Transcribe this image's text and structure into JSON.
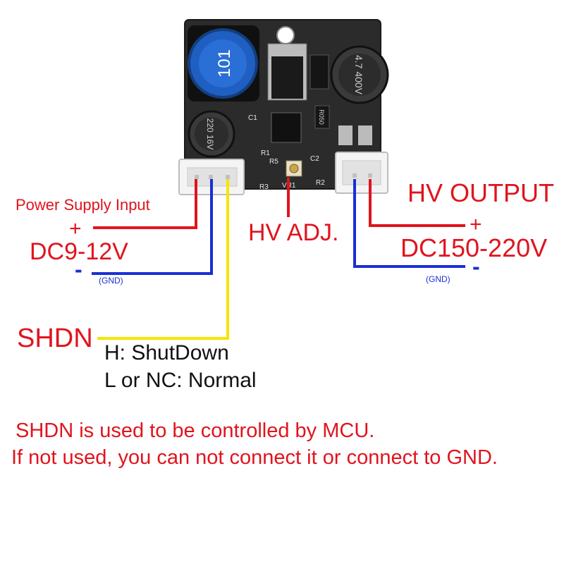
{
  "input": {
    "title": "Power Supply Input",
    "plus": "+",
    "voltage": "DC9-12V",
    "minus": "-",
    "gnd": "(GND)"
  },
  "adjust": {
    "label": "HV ADJ."
  },
  "output": {
    "title": "HV OUTPUT",
    "plus": "+",
    "voltage": "DC150-220V",
    "minus": "-",
    "gnd": "(GND)"
  },
  "shdn": {
    "label": "SHDN",
    "high": "H:  ShutDown",
    "low": "L or NC: Normal"
  },
  "note": {
    "line1": "SHDN is used to be controlled by MCU.",
    "line2": "If not used, you can not connect it or connect to GND."
  },
  "board": {
    "inductor_marking": "101",
    "cap_small_marking": "220 16V",
    "cap_large_marking": "4.7 400V",
    "silk_c1": "C1",
    "silk_c2": "C2",
    "silk_r1": "R1",
    "silk_r2": "R2",
    "silk_r3": "R3",
    "silk_r5": "R5",
    "silk_vr1": "VR1",
    "silk_r050": "R050"
  },
  "colors": {
    "positive_wire": "#e0141e",
    "ground_wire": "#1a2fd6",
    "shdn_wire": "#f5e600",
    "label_red": "#e0141e",
    "pcb": "#2b2b2b"
  }
}
